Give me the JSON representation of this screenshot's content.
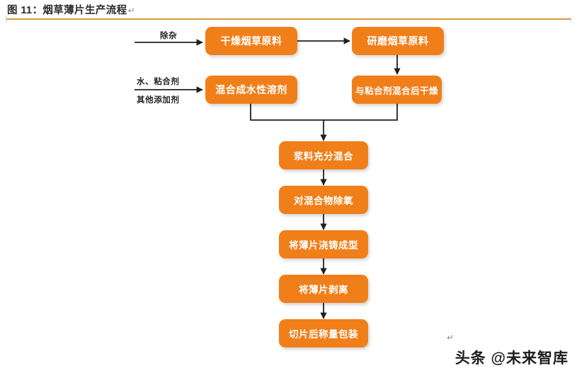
{
  "header": {
    "title": "图 11：烟草薄片生产流程",
    "title_mark": "↵",
    "rule_color": "#d8973a"
  },
  "theme": {
    "node_fill": "#f07f1a",
    "node_text": "#ffffff",
    "connector": "#231f20",
    "background": "#ffffff"
  },
  "flow": {
    "nodes": [
      {
        "id": "dry",
        "label": "干燥烟草原料"
      },
      {
        "id": "grind",
        "label": "研磨烟草原料"
      },
      {
        "id": "solvent",
        "label": "混合成水性溶剂"
      },
      {
        "id": "binder",
        "label": "与粘合剂混合后干燥"
      },
      {
        "id": "mix",
        "label": "浆料充分混合"
      },
      {
        "id": "deoxy",
        "label": "对混合物除氧"
      },
      {
        "id": "cast",
        "label": "将薄片浇铸成型"
      },
      {
        "id": "peel",
        "label": "将薄片剥离"
      },
      {
        "id": "pack",
        "label": "切片后称量包装"
      }
    ],
    "edge_labels": [
      {
        "id": "impurity",
        "text": "除杂"
      },
      {
        "id": "water",
        "text": "水、粘合剂"
      },
      {
        "id": "additives",
        "text": "其他添加剂"
      }
    ]
  },
  "watermark": {
    "text": "头条 @未来智库",
    "mark": "↵"
  }
}
